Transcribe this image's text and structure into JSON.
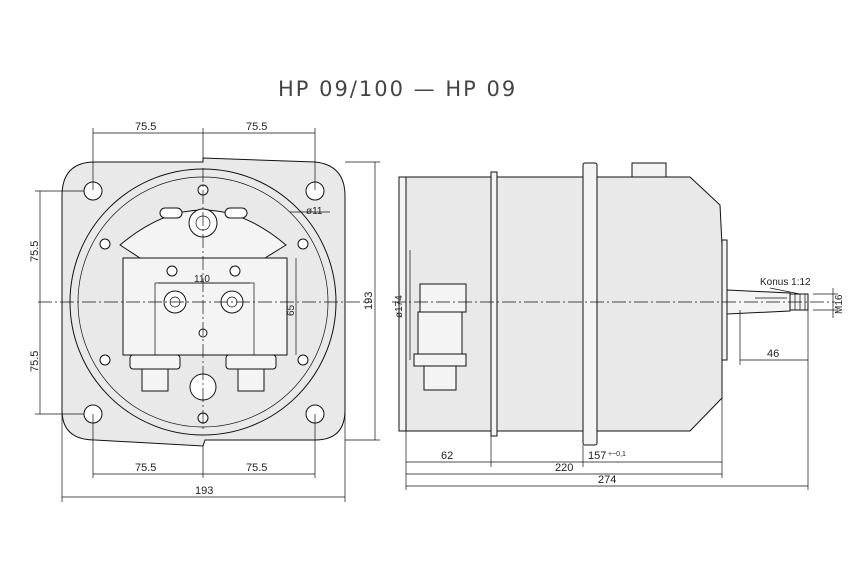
{
  "title": "HP 09/100  —  HP 09",
  "front_view": {
    "top_dims": [
      "75.5",
      "75.5"
    ],
    "bottom_dims": [
      "75.5",
      "75.5"
    ],
    "left_dims": [
      "75.5",
      "75.5"
    ],
    "overall_width": "193",
    "overall_height": "193",
    "hole_dia": "ø11",
    "port_spacing": "110",
    "port_height": "65"
  },
  "side_view": {
    "body_dia": "ø174",
    "cone_label": "Konus 1:12",
    "thread": "M16",
    "shaft_length": "46",
    "dim_62": "62",
    "dim_157": "157",
    "dim_157_tol": "+−0,1",
    "dim_220": "220",
    "dim_274": "274"
  }
}
